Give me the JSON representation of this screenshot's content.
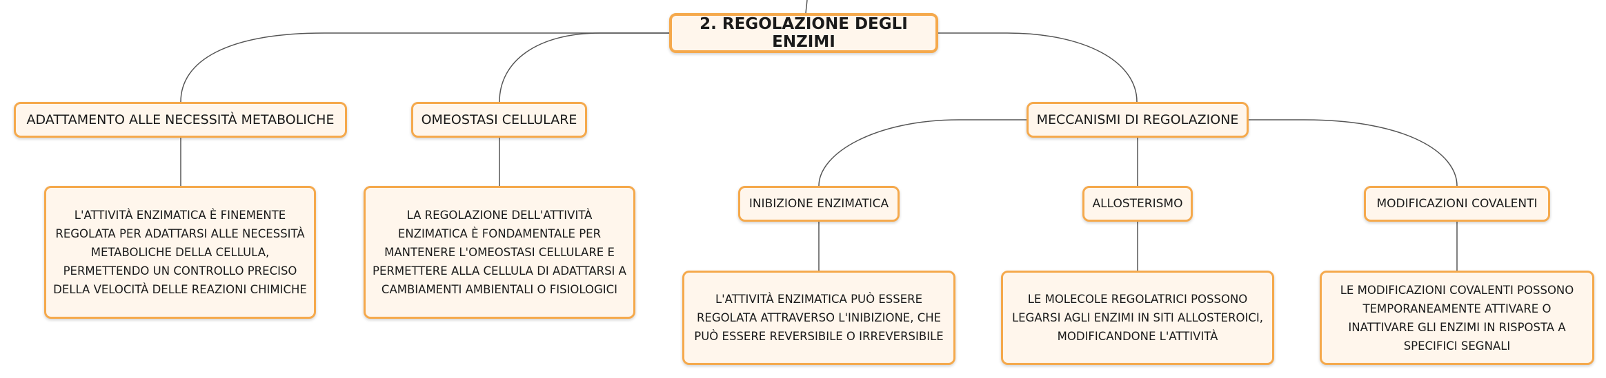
{
  "root": {
    "label": "2. REGOLAZIONE DEGLI ENZIMI"
  },
  "branches": [
    {
      "label": "ADATTAMENTO ALLE NECESSITÀ METABOLICHE",
      "description": "L'ATTIVITÀ ENZIMATICA È FINEMENTE REGOLATA PER ADATTARSI ALLE NECESSITÀ METABOLICHE DELLA CELLULA, PERMETTENDO UN CONTROLLO PRECISO DELLA VELOCITÀ DELLE REAZIONI CHIMICHE"
    },
    {
      "label": "OMEOSTASI CELLULARE",
      "description": "LA REGOLAZIONE DELL'ATTIVITÀ ENZIMATICA È FONDAMENTALE PER MANTENERE L'OMEOSTASI CELLULARE E PERMETTERE ALLA CELLULA DI ADATTARSI A CAMBIAMENTI AMBIENTALI O FISIOLOGICI"
    },
    {
      "label": "MECCANISMI DI REGOLAZIONE",
      "children": [
        {
          "label": "INIBIZIONE ENZIMATICA",
          "description": "L'ATTIVITÀ ENZIMATICA PUÒ ESSERE REGOLATA ATTRAVERSO L'INIBIZIONE, CHE PUÒ ESSERE REVERSIBILE O IRREVERSIBILE"
        },
        {
          "label": "ALLOSTERISMO",
          "description": "LE MOLECOLE REGOLATRICI POSSONO LEGARSI AGLI ENZIMI IN SITI ALLOSTEROICI, MODIFICANDONE L'ATTIVITÀ"
        },
        {
          "label": "MODIFICAZIONI COVALENTI",
          "description": "LE MODIFICAZIONI COVALENTI POSSONO TEMPORANEAMENTE ATTIVARE O INATTIVARE GLI ENZIMI IN RISPOSTA A SPECIFICI SEGNALI"
        }
      ]
    }
  ],
  "colors": {
    "node_border": "#f5a94c",
    "node_fill": "#fff6ec",
    "connector": "#555555"
  }
}
